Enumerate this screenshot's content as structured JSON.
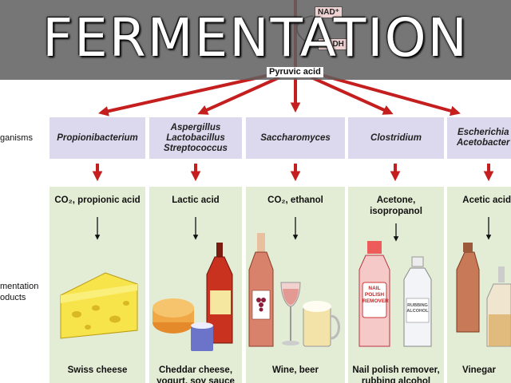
{
  "title": "FERMENTATION",
  "diagram": {
    "nad_plus": "NAD⁺",
    "nadh": "NADH",
    "source": "Pyruvic acid",
    "row_label_organisms": "ganisms",
    "row_label_products": "mentation\noducts",
    "columns": [
      {
        "organism": "Propionibacterium",
        "products": "CO₂, propionic acid",
        "food": "Swiss cheese",
        "illustration": "swiss-cheese-icon"
      },
      {
        "organism": "Aspergillus\nLactobacillus\nStreptococcus",
        "products": "Lactic acid",
        "food": "Cheddar cheese,\nyogurt, soy sauce",
        "illustration": "cheese-yogurt-soy-sauce-icon"
      },
      {
        "organism": "Saccharomyces",
        "products": "CO₂, ethanol",
        "food": "Wine, beer",
        "illustration": "wine-beer-icon"
      },
      {
        "organism": "Clostridium",
        "products": "Acetone,\nisopropanol",
        "food": "Nail polish remover,\nrubbing alcohol",
        "illustration": "nail-polish-remover-alcohol-icon",
        "bottle_label_1": "NAIL\nPOLISH\nREMOVER",
        "bottle_label_2": "RUBBING\nALCOHOL"
      },
      {
        "organism": "Escherichia\nAcetobacter",
        "products": "Acetic acid",
        "food": "Vinegar",
        "illustration": "vinegar-icon"
      }
    ],
    "colors": {
      "arrow": "#c41e1e",
      "organism_box": "#dcd9ee",
      "product_panel": "#e3ecd4",
      "title_band": "#5f5f5f"
    }
  }
}
